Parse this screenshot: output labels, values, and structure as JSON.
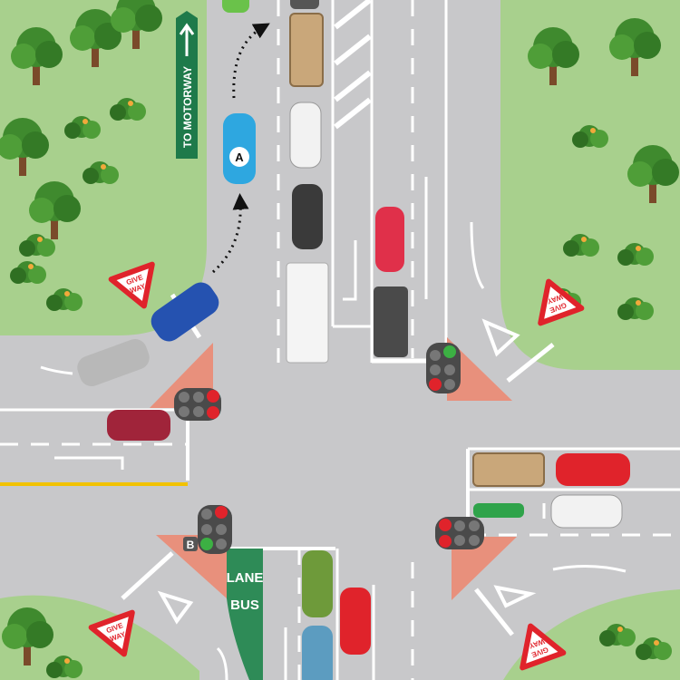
{
  "signs": {
    "motorway": {
      "text": "TO MOTORWAY",
      "color": "#1e7a4a"
    },
    "give_way": {
      "line1": "GIVE",
      "line2": "WAY",
      "color": "#e0232b"
    }
  },
  "markings": {
    "bus_lane_line1": "LANE",
    "bus_lane_line2": "BUS",
    "bus_lane_color": "#2e8b57"
  },
  "vehicle_labels": {
    "car_a": "A",
    "signal_b": "B"
  },
  "colors": {
    "road": "#c8c8ca",
    "grass": "#a8d08d",
    "island": "#e8907c",
    "signal_red": "#e0232b",
    "signal_green": "#3cb043"
  }
}
